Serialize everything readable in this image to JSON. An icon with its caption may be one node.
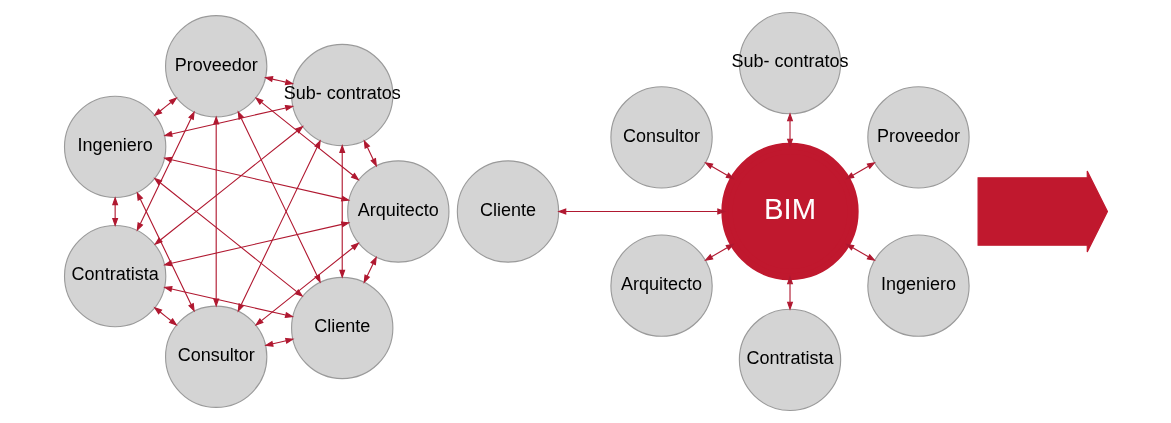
{
  "diagram": {
    "nodes": [
      {
        "text": [
          "Cliente"
        ]
      },
      {
        "text": [
          "Arquitecto"
        ]
      },
      {
        "text": [
          "Contratista"
        ]
      },
      {
        "text": [
          "Ingeniero"
        ]
      },
      {
        "text": [
          "Proveedor"
        ]
      },
      {
        "text": [
          "Sub- contratos"
        ]
      },
      {
        "text": [
          "Consultor"
        ]
      },
      {
        "text": [
          "Cliente"
        ]
      },
      {
        "text": [
          "Arquitecto"
        ]
      },
      {
        "text": [
          "Contratista"
        ]
      },
      {
        "text": [
          "BIM"
        ]
      },
      {
        "text": [
          "Ingeniero"
        ]
      },
      {
        "text": [
          "Proveedor"
        ]
      },
      {
        "text": [
          "Sub- contratos"
        ]
      },
      {
        "text": [
          "Consultor"
        ]
      },
      {
        "text": [],
        "shape": "arrow"
      }
    ],
    "edges": [
      {
        "from": 0,
        "to": 1,
        "arrow": "both"
      },
      {
        "from": 0,
        "to": 2,
        "arrow": "both"
      },
      {
        "from": 0,
        "to": 3,
        "arrow": "both"
      },
      {
        "from": 0,
        "to": 4,
        "arrow": "both"
      },
      {
        "from": 0,
        "to": 5,
        "arrow": "both"
      },
      {
        "from": 0,
        "to": 6,
        "arrow": "both"
      },
      {
        "from": 1,
        "to": 2,
        "arrow": "both"
      },
      {
        "from": 1,
        "to": 3,
        "arrow": "both"
      },
      {
        "from": 1,
        "to": 4,
        "arrow": "both"
      },
      {
        "from": 1,
        "to": 5,
        "arrow": "both"
      },
      {
        "from": 1,
        "to": 6,
        "arrow": "both"
      },
      {
        "from": 2,
        "to": 3,
        "arrow": "both"
      },
      {
        "from": 2,
        "to": 4,
        "arrow": "both"
      },
      {
        "from": 2,
        "to": 5,
        "arrow": "both"
      },
      {
        "from": 2,
        "to": 6,
        "arrow": "both"
      },
      {
        "from": 3,
        "to": 4,
        "arrow": "both"
      },
      {
        "from": 3,
        "to": 5,
        "arrow": "both"
      },
      {
        "from": 3,
        "to": 6,
        "arrow": "both"
      },
      {
        "from": 4,
        "to": 5,
        "arrow": "both"
      },
      {
        "from": 4,
        "to": 6,
        "arrow": "both"
      },
      {
        "from": 5,
        "to": 6,
        "arrow": "both"
      },
      {
        "from": 10,
        "to": 7,
        "arrow": "both"
      },
      {
        "from": 10,
        "to": 8,
        "arrow": "both"
      },
      {
        "from": 10,
        "to": 9,
        "arrow": "both"
      },
      {
        "from": 10,
        "to": 11,
        "arrow": "both"
      },
      {
        "from": 10,
        "to": 12,
        "arrow": "both"
      },
      {
        "from": 10,
        "to": 13,
        "arrow": "both"
      },
      {
        "from": 10,
        "to": 14,
        "arrow": "both"
      }
    ]
  }
}
